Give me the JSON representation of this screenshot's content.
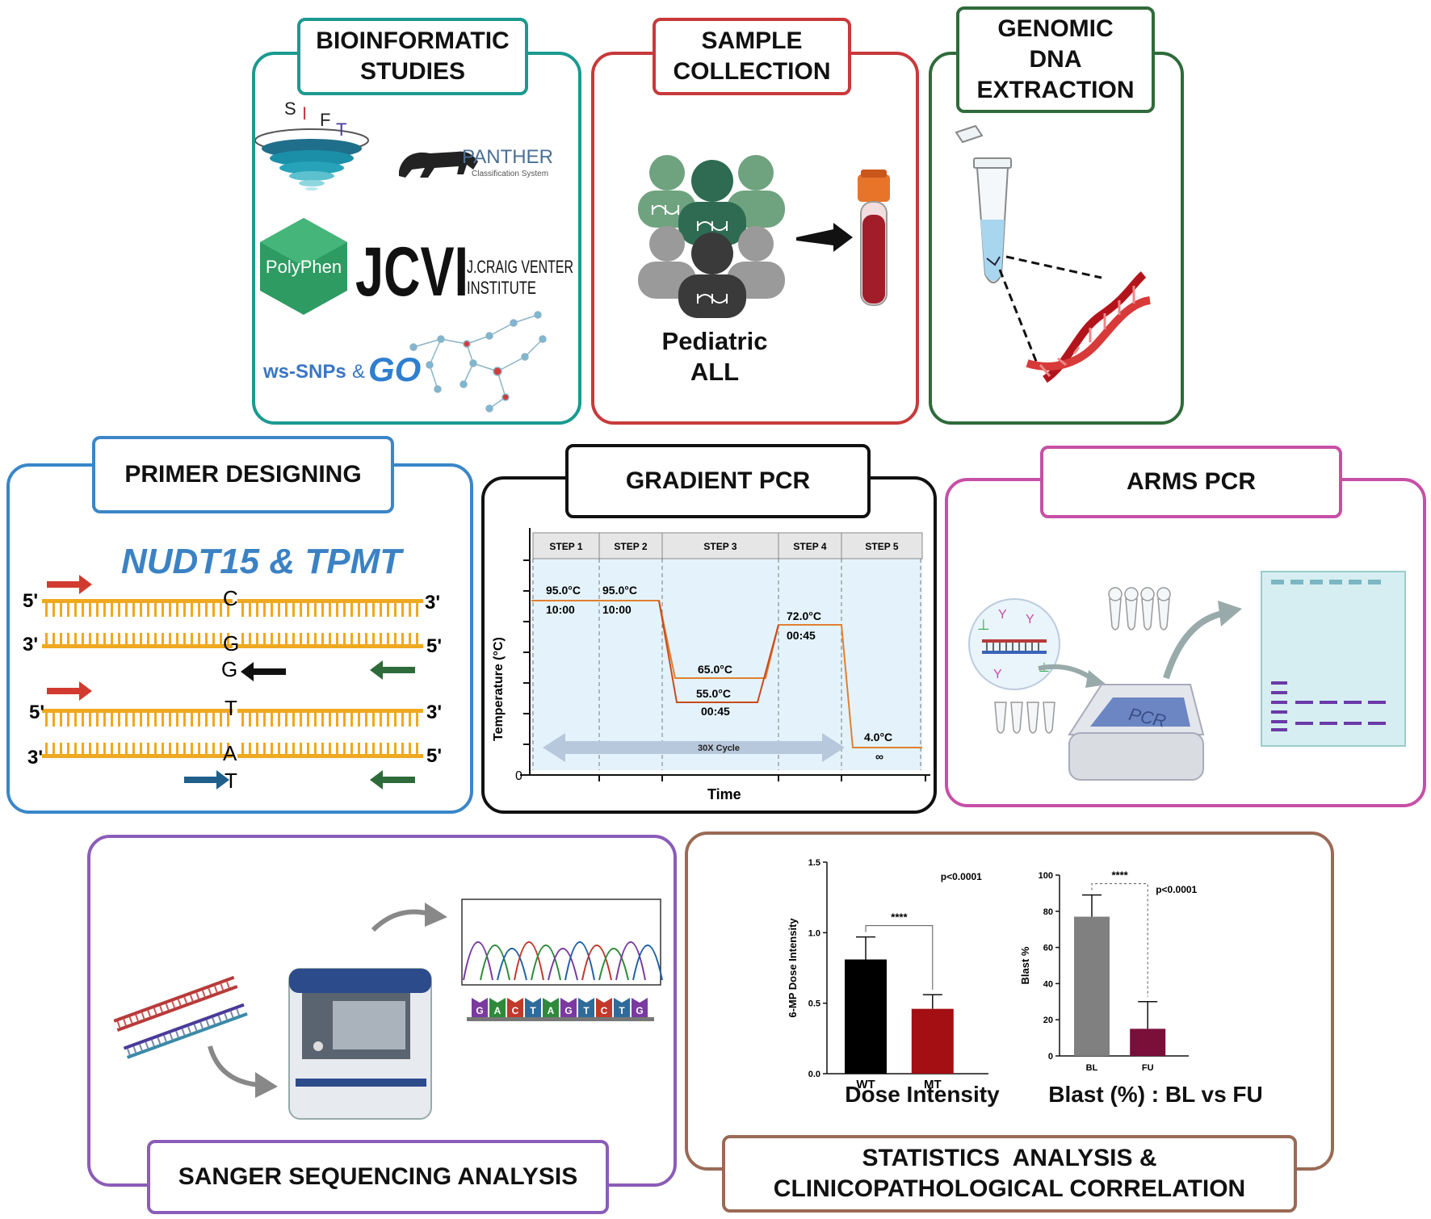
{
  "panels": {
    "bioinformatic": {
      "title_line1": "BIOINFORMATIC",
      "title_line2": "STUDIES",
      "sift_letters": [
        "S",
        "I",
        "F",
        "T"
      ],
      "panther_name": "PANTHER",
      "panther_sub": "Classification System",
      "polyphen": "PolyPhen",
      "jcvi": "JCVI",
      "jcvi_sub1": "J.CRAIG VENTER",
      "jcvi_sub2": "INSTITUTE",
      "wssnps": "ws-SNPs",
      "amp": "&",
      "go": "GO"
    },
    "sample": {
      "title_line1": "SAMPLE",
      "title_line2": "COLLECTION",
      "caption1": "Pediatric",
      "caption2": "ALL"
    },
    "genomic": {
      "title_line1": "GENOMIC",
      "title_line2": "DNA",
      "title_line3": "EXTRACTION"
    },
    "primer": {
      "title": "PRIMER DESIGNING",
      "genes": "NUDT15 & TPMT",
      "five": "5'",
      "three": "3'",
      "base_c": "C",
      "base_g": "G",
      "base_g2": "G",
      "base_t": "T",
      "base_a": "A",
      "base_t2": "T"
    },
    "gradient": {
      "title": "GRADIENT PCR",
      "steps": [
        "STEP 1",
        "STEP 2",
        "STEP 3",
        "STEP 4",
        "STEP 5"
      ],
      "t1_temp": "95.0°C",
      "t1_time": "10:00",
      "t2_temp": "95.0°C",
      "t2_time": "10:00",
      "t3a_temp": "65.0°C",
      "t3b_temp": "55.0°C",
      "t3b_time": "00:45",
      "t4_temp": "72.0°C",
      "t4_time": "00:45",
      "t5_temp": "4.0°C",
      "t5_time": "∞",
      "cycle": "30X Cycle",
      "ylabel": "Temperature (°C)",
      "xlabel": "Time",
      "zero": "0"
    },
    "arms": {
      "title": "ARMS PCR",
      "machine": "PCR"
    },
    "sanger": {
      "title": "SANGER SEQUENCING ANALYSIS",
      "bases": [
        "G",
        "A",
        "C",
        "T",
        "A",
        "G",
        "T",
        "C",
        "T",
        "G"
      ]
    },
    "stats": {
      "title_line1": "STATISTICS  ANALYSIS &",
      "title_line2": "CLINICOPATHOLOGICAL CORRELATION",
      "caption1": "Dose Intensity",
      "caption2": "Blast (%) : BL vs FU"
    }
  },
  "colors": {
    "bioinformatic": "#1a9a91",
    "sample": "#c8393a",
    "genomic": "#2e6b3a",
    "primer": "#3a86c8",
    "gradient": "#111111",
    "arms": "#c74fa6",
    "sanger": "#8b5cb8",
    "stats": "#9a6a55",
    "strand": "#f0a81e",
    "genes_text": "#3b82c4"
  },
  "chart_data": [
    {
      "type": "bar",
      "categories": [
        "WT",
        "MT"
      ],
      "values": [
        0.81,
        0.46
      ],
      "errors": [
        0.16,
        0.1
      ],
      "bar_colors": [
        "#000000",
        "#a30f12"
      ],
      "ylabel": "6-MP Dose Intensity",
      "ylim": [
        0,
        1.5
      ],
      "yticks": [
        "0.0",
        "0.5",
        "1.0",
        "1.5"
      ],
      "significance": "****",
      "pvalue": "p<0.0001",
      "caption": "Dose Intensity"
    },
    {
      "type": "bar",
      "categories": [
        "BL",
        "FU"
      ],
      "values": [
        77,
        15
      ],
      "errors": [
        12,
        15
      ],
      "bar_colors": [
        "#808080",
        "#7a0f3a"
      ],
      "ylabel": "Blast %",
      "ylim": [
        0,
        100
      ],
      "yticks": [
        "0",
        "20",
        "40",
        "60",
        "80",
        "100"
      ],
      "significance": "****",
      "pvalue": "p<0.0001",
      "caption": "Blast (%) : BL vs FU"
    }
  ]
}
